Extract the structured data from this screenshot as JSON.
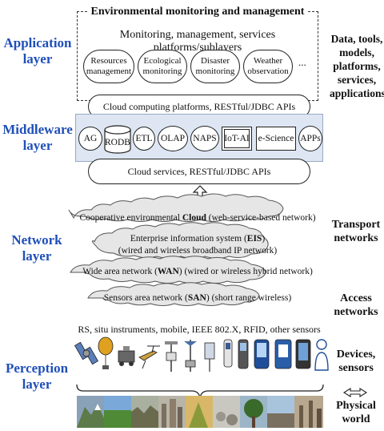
{
  "layers": {
    "application": "Application layer",
    "middleware": "Middleware layer",
    "network": "Network layer",
    "perception": "Perception layer"
  },
  "right_labels": {
    "data_tools": "Data, tools, models, platforms, services, applications",
    "transport": "Transport networks",
    "access": "Access networks",
    "devices": "Devices, sensors",
    "physical": "Physical world"
  },
  "application": {
    "title": "Environmental monitoring and management",
    "subtitle": "Monitoring, management, services platforms/sublayers",
    "items": [
      "Resources management",
      "Ecological monitoring",
      "Disaster monitoring",
      "Weather observation"
    ],
    "more": "..."
  },
  "middleware": {
    "cloud_platforms": "Cloud computing platforms, RESTful/JDBC APIs",
    "items": [
      "AG",
      "RODB",
      "ETL",
      "OLAP",
      "NAPS",
      "IoT-AI",
      "e-Science",
      "APPs"
    ],
    "cloud_services": "Cloud services, RESTful/JDBC APIs"
  },
  "network": {
    "cooperative_pre": "Cooperative environmental",
    "cooperative_bold": "Cloud",
    "cooperative_post": "(web-service-based network)",
    "eis_pre": "Enterprise information system (",
    "eis_bold": "EIS",
    "eis_post": ")",
    "eis_line2": "(wired and wireless broadband IP network)",
    "wan_pre": "Wide area network (",
    "wan_bold": "WAN",
    "wan_post": ") (wired or wireless hybrid network)",
    "san_pre": "Sensors area network (",
    "san_bold": "SAN",
    "san_post": ") (short range wireless)"
  },
  "perception": {
    "sensors_line": "RS, situ instruments, mobile, IEEE 802.X, RFID, other sensors",
    "devices": [
      "satellite-icon",
      "balloon-icon",
      "rover-icon",
      "drone-icon",
      "weather-station-icon",
      "mast-icon",
      "sensor-icon",
      "probe-icon",
      "handheld-icon",
      "phone-icon",
      "rfid-tag-icon",
      "tablet-icon",
      "person-icon"
    ],
    "photos": [
      "mountain-photo",
      "grassland-photo",
      "forest-photo",
      "city-photo",
      "dry-land-photo",
      "rocky-field-photo",
      "tree-photo",
      "coast-photo",
      "industry-photo"
    ]
  },
  "colors": {
    "layer_blue": "#1f4fb8",
    "middleware_band": "#dde6f2",
    "cloud_fill": "#e6e6e6"
  }
}
